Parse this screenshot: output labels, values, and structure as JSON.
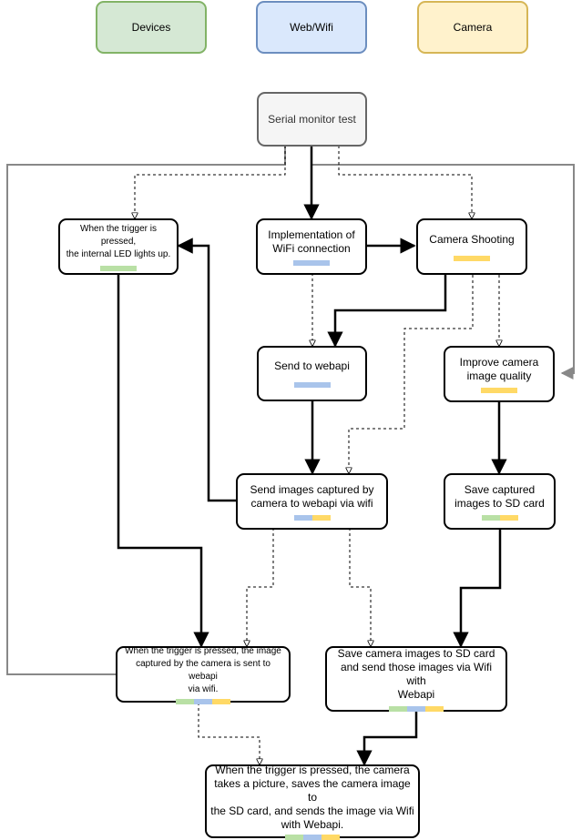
{
  "legend": {
    "devices": {
      "label": "Devices",
      "color": "#b9e0a5",
      "bg": "#d5e8d4",
      "border": "#82b366"
    },
    "web": {
      "label": "Web/Wifi",
      "color": "#a9c4eb",
      "bg": "#dae8fc",
      "border": "#6c8ebf"
    },
    "camera": {
      "label": "Camera",
      "color": "#ffd966",
      "bg": "#fff2cc",
      "border": "#d6b656"
    }
  },
  "nodes": {
    "serial": "Serial monitor test",
    "trigger_led": "When the trigger is pressed,\nthe internal LED lights up.",
    "wifi_impl": "Implementation of\nWiFi connection",
    "camera_shoot": "Camera Shooting",
    "send_webapi": "Send to webapi",
    "improve_quality": "Improve camera\nimage quality",
    "send_images": "Send images captured by\ncamera to webapi via wifi",
    "save_sd": "Save captured\nimages to SD card",
    "trigger_send": "When the trigger is pressed, the image\ncaptured by the camera is sent to webapi\nvia wifi.",
    "save_and_send": "Save camera images to SD card\nand send those images via Wifi with\nWebapi",
    "final": "When the trigger is pressed, the camera\ntakes a picture, saves the camera image to\nthe SD card, and sends the image via Wifi\nwith Webapi."
  }
}
